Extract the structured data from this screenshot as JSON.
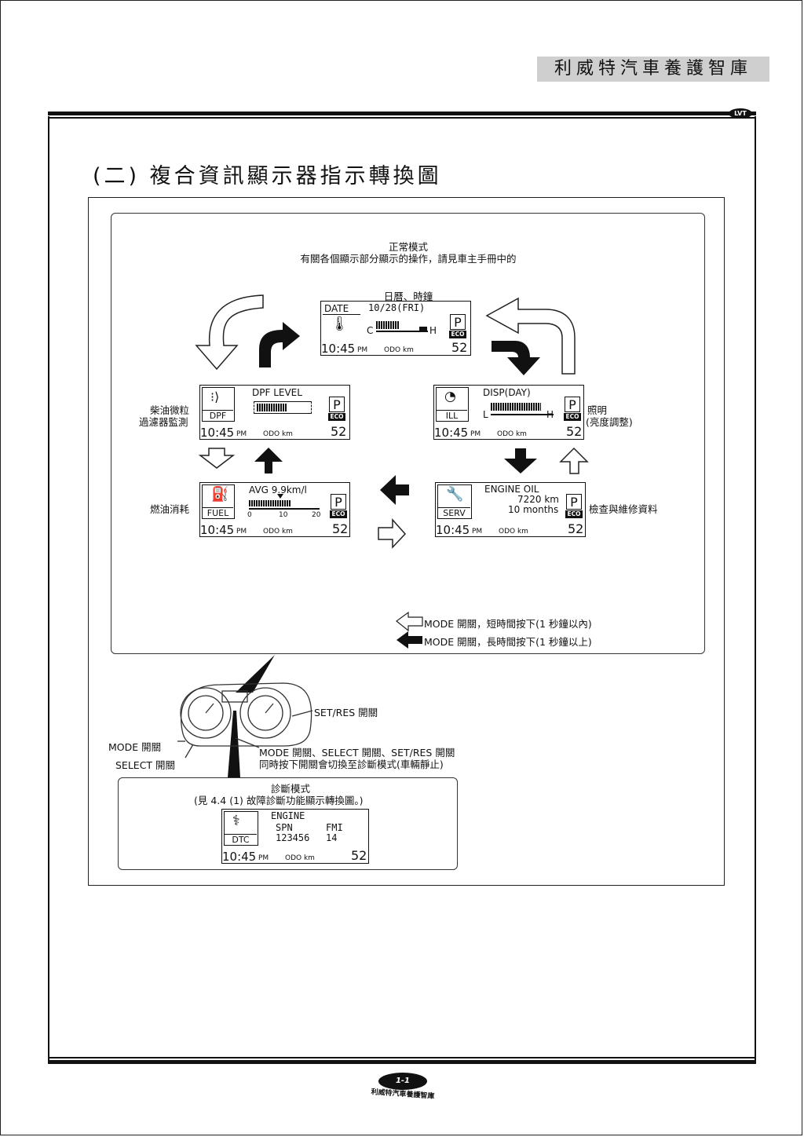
{
  "header": {
    "title": "利威特汽車養護智庫",
    "logo": "LVT"
  },
  "section": {
    "heading": "(二) 複合資訊顯示器指示轉換圖"
  },
  "top_note": {
    "line1": "正常模式",
    "line2": "有關各個顯示部分顯示的操作，請見車主手冊中的"
  },
  "screens": {
    "date": {
      "caption": "日曆、時鐘",
      "label": "DATE",
      "date": "10/28(FRI)",
      "c": "C",
      "h": "H",
      "time": "10:45",
      "pm": "PM",
      "odo": "ODO km",
      "num": "52",
      "p": "P",
      "eco": "ECO",
      "temp_bar_level": 0.5
    },
    "dpf": {
      "side_label_1": "柴油微粒",
      "side_label_2": "過濾器監測",
      "title": "DPF LEVEL",
      "icon_label": "DPF",
      "time": "10:45",
      "pm": "PM",
      "odo": "ODO km",
      "num": "52",
      "p": "P",
      "eco": "ECO",
      "level": 0.55
    },
    "ill": {
      "side_label_1": "照明",
      "side_label_2": "(亮度調整)",
      "title": "DISP(DAY)",
      "icon_label": "ILL",
      "l": "L",
      "h": "H",
      "time": "10:45",
      "pm": "PM",
      "odo": "ODO km",
      "num": "52",
      "p": "P",
      "eco": "ECO",
      "level": 0.75
    },
    "fuel": {
      "side_label": "燃油消耗",
      "title": "AVG 9.9km/l",
      "icon_label": "FUEL",
      "tick0": "0",
      "tick10": "10",
      "tick20": "20",
      "time": "10:45",
      "pm": "PM",
      "odo": "ODO km",
      "num": "52",
      "p": "P",
      "eco": "ECO",
      "level": 0.5
    },
    "serv": {
      "side_label": "檢查與維修資料",
      "line1": "ENGINE OIL",
      "line2": "7220 km",
      "line3": "10 months",
      "icon_label": "SERV",
      "time": "10:45",
      "pm": "PM",
      "odo": "ODO km",
      "num": "52",
      "p": "P",
      "eco": "ECO"
    }
  },
  "legend": {
    "short_press": "MODE 開關，短時間按下(1 秒鐘以內)",
    "long_press": "MODE 開關，長時間按下(1 秒鐘以上)"
  },
  "cluster": {
    "set_res": "SET/RES 開關",
    "mode": "MODE 開關",
    "select": "SELECT 開關",
    "note1": "MODE 開關、SELECT 開關、SET/RES 開關",
    "note2": "同時按下開關會切換至診斷模式(車輛靜止)"
  },
  "diagnostic": {
    "title": "診斷模式",
    "ref": "(見 4.4 (1) 故障診斷功能顯示轉換圖。)",
    "engine": "ENGINE",
    "spn_label": "SPN",
    "fmi_label": "FMI",
    "spn_value": "123456",
    "fmi_value": "14",
    "icon_label": "DTC",
    "time": "10:45",
    "pm": "PM",
    "odo": "ODO km",
    "num": "52"
  },
  "footer": {
    "page": "1-1",
    "text": "利威特汽車養護智庫"
  }
}
